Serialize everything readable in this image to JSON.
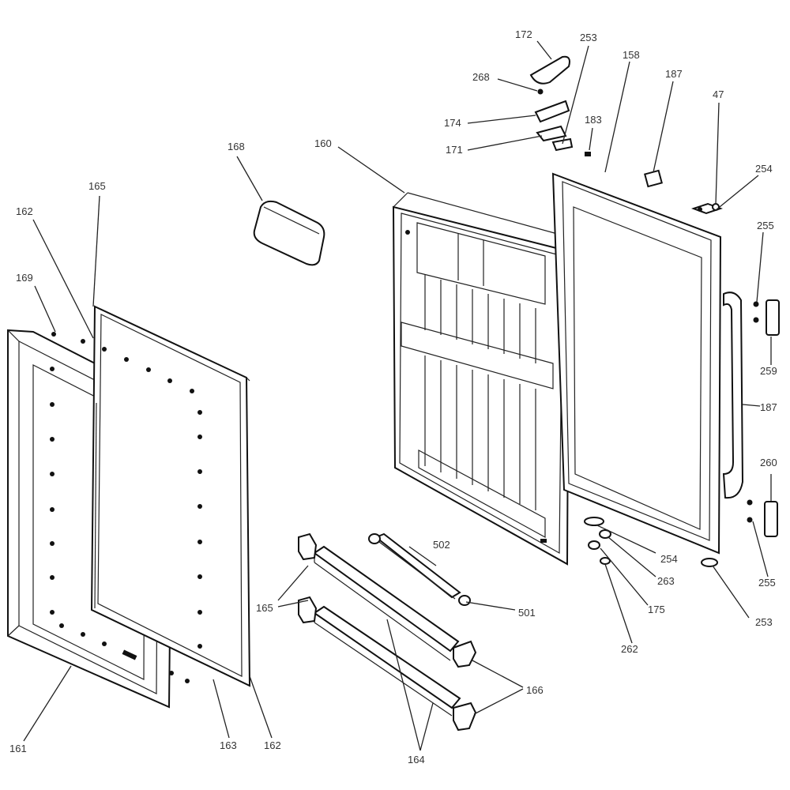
{
  "labels": {
    "l172": "172",
    "l253a": "253",
    "l158": "158",
    "l187a": "187",
    "l47": "47",
    "l268": "268",
    "l174": "174",
    "l183": "183",
    "l171": "171",
    "l168": "168",
    "l160": "160",
    "l254a": "254",
    "l165": "165",
    "l162a": "162",
    "l255a": "255",
    "l169": "169",
    "l259": "259",
    "l187b": "187",
    "l260": "260",
    "l161": "161",
    "l502": "502",
    "l254b": "254",
    "l263": "263",
    "l255b": "255",
    "l501": "501",
    "l175": "175",
    "l253b": "253",
    "l262": "262",
    "l166a": "166",
    "l166b": "166",
    "l163": "163",
    "l162b": "162",
    "l164": "164"
  }
}
